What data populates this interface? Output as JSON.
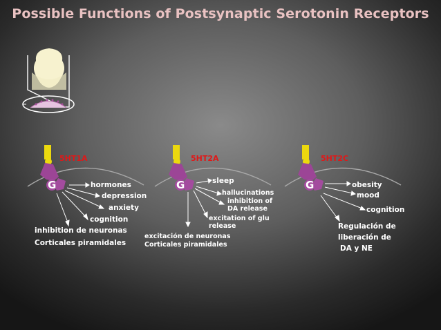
{
  "title": "Possible Functions of Postsynaptic Serotonin Receptors",
  "g_label": "G",
  "receptors": [
    {
      "name": "5HT1A",
      "functions": [
        "hormones",
        "depression",
        "anxiety",
        "cognition",
        "inhibition de neuronas",
        "Corticales piramidales"
      ]
    },
    {
      "name": "5HT2A",
      "functions": [
        "sleep",
        "hallucinations",
        "inhibition of",
        "DA release",
        "excitation of glu",
        "release",
        "excitación de neuronas",
        "Corticales piramidales"
      ]
    },
    {
      "name": "5HT2C",
      "functions": [
        "obesity",
        "mood",
        "cognition",
        "Regulación de",
        "liberación  de",
        " DA y NE"
      ]
    }
  ],
  "colors": {
    "title": "#e9c2c2",
    "receptor_label": "#e01818",
    "receptor_body": "#a34b9e",
    "ligand": "#ecd90e",
    "text": "#ffffff"
  }
}
